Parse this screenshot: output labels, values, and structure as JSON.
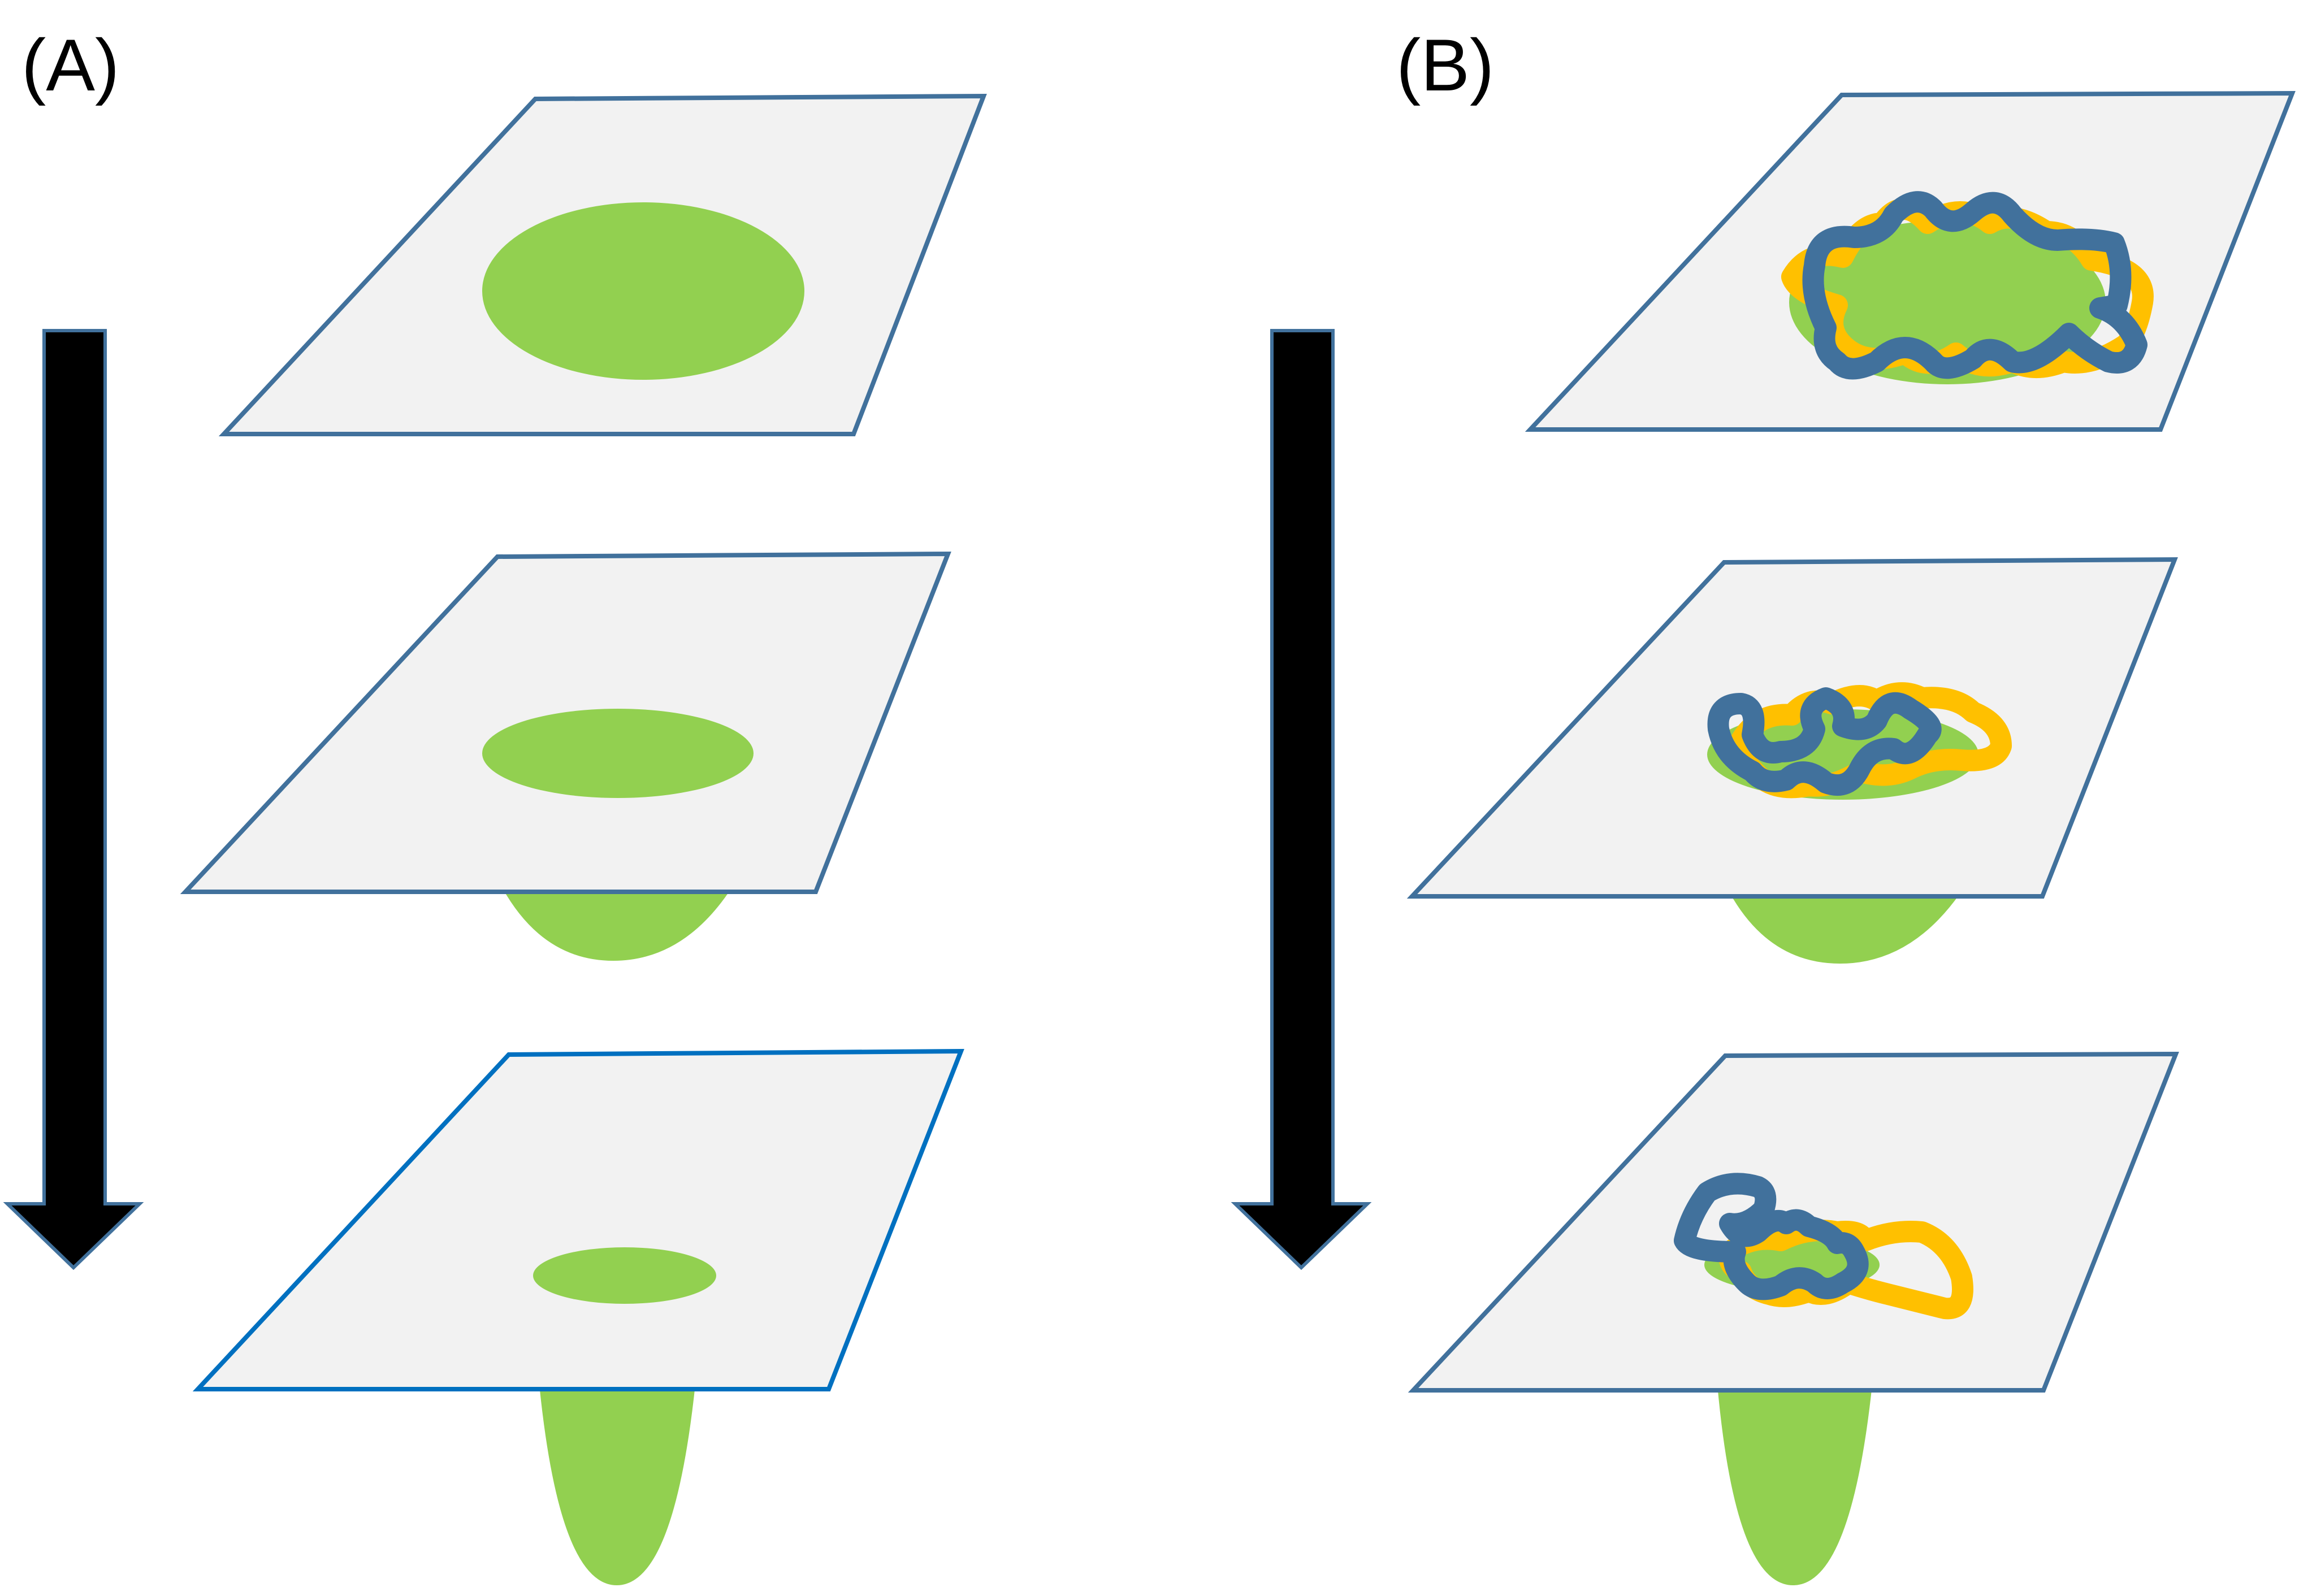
{
  "panels": [
    {
      "label": "(A)"
    },
    {
      "label": "(B)"
    }
  ],
  "colors": {
    "plane_fill": "#f2f2f2",
    "plane_stroke": "#41719c",
    "plane_stroke_alt": "#0070c0",
    "well": "#92d050",
    "arrow": "#000000",
    "chain_blue": "#41719c",
    "chain_yellow": "#ffc000"
  },
  "wells_per_panel": 3,
  "well_depth_levels": [
    "none",
    "shallow",
    "deep"
  ]
}
